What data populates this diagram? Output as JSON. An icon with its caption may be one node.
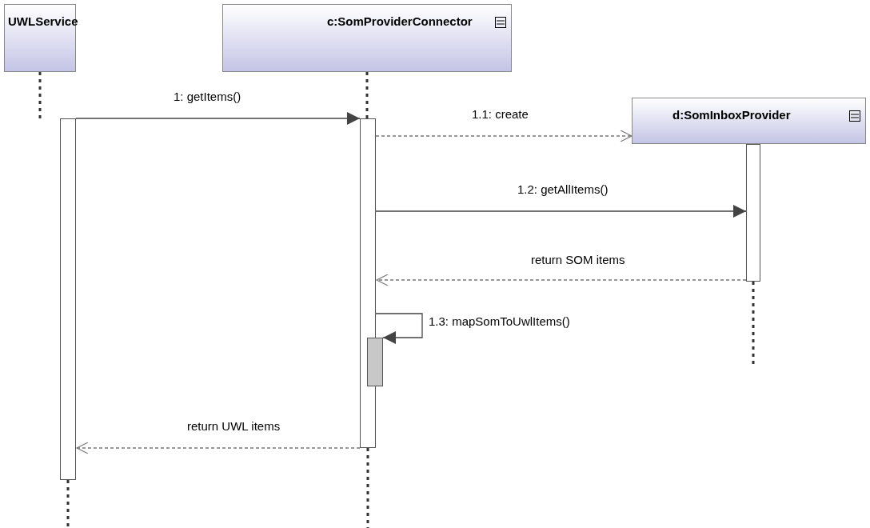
{
  "diagram": {
    "nodes": [
      {
        "text": [
          "UWLService"
        ]
      },
      {
        "text": [
          "c:SomProviderConnector"
        ]
      },
      {
        "text": [
          "d:SomInboxProvider"
        ]
      },
      {
        "text": [],
        "shape": "bar"
      },
      {
        "text": [],
        "shape": "bar"
      },
      {
        "text": [],
        "shape": "bar"
      },
      {
        "text": [],
        "shape": "bar"
      }
    ],
    "edges": [
      {
        "from": 0,
        "to": 3,
        "arrow": "none",
        "style": "dashed"
      },
      {
        "from": 1,
        "to": 4,
        "arrow": "none",
        "style": "dashed"
      },
      {
        "from": 3,
        "to": 4,
        "arrow": "to",
        "label": "1: getItems()"
      },
      {
        "from": 4,
        "to": 2,
        "arrow": "to",
        "label": "1.1: create",
        "style": "dashed"
      },
      {
        "from": 4,
        "to": 5,
        "arrow": "to",
        "label": "1.2: getAllItems()"
      },
      {
        "from": 5,
        "to": 4,
        "arrow": "to",
        "label": "return SOM items",
        "style": "dashed"
      },
      {
        "from": 4,
        "to": 6,
        "arrow": "to",
        "label": "1.3: mapSomToUwlItems()"
      },
      {
        "from": 4,
        "to": 3,
        "arrow": "to",
        "label": "return UWL items",
        "style": "dashed"
      },
      {
        "from": 5,
        "to": null,
        "arrow": "none",
        "style": "dashed"
      },
      {
        "from": 3,
        "to": null,
        "arrow": "none",
        "style": "dashed"
      },
      {
        "from": 4,
        "to": null,
        "arrow": "none",
        "style": "dashed"
      }
    ]
  }
}
